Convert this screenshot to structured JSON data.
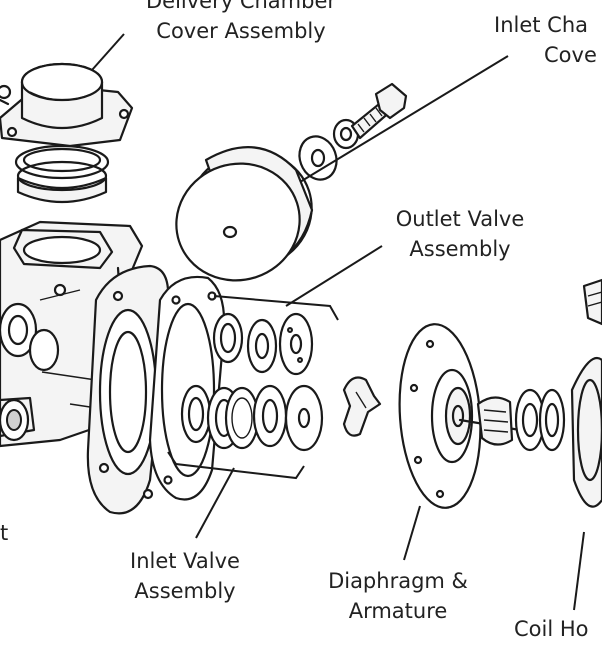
{
  "labels": {
    "delivery_cover": {
      "line1": "Delivery Chamber",
      "line2": "Cover Assembly"
    },
    "inlet_cover": {
      "line1": "Inlet Cha",
      "line2": "Cove"
    },
    "outlet_valve": {
      "line1": "Outlet Valve",
      "line2": "Assembly"
    },
    "inlet_valve": {
      "line1": "Inlet Valve",
      "line2": "Assembly"
    },
    "diaphragm": {
      "line1": "Diaphragm &",
      "line2": "Armature"
    },
    "coil_housing": {
      "line1": "Coil Ho"
    },
    "cut_off_left": {
      "line1": "t"
    }
  }
}
